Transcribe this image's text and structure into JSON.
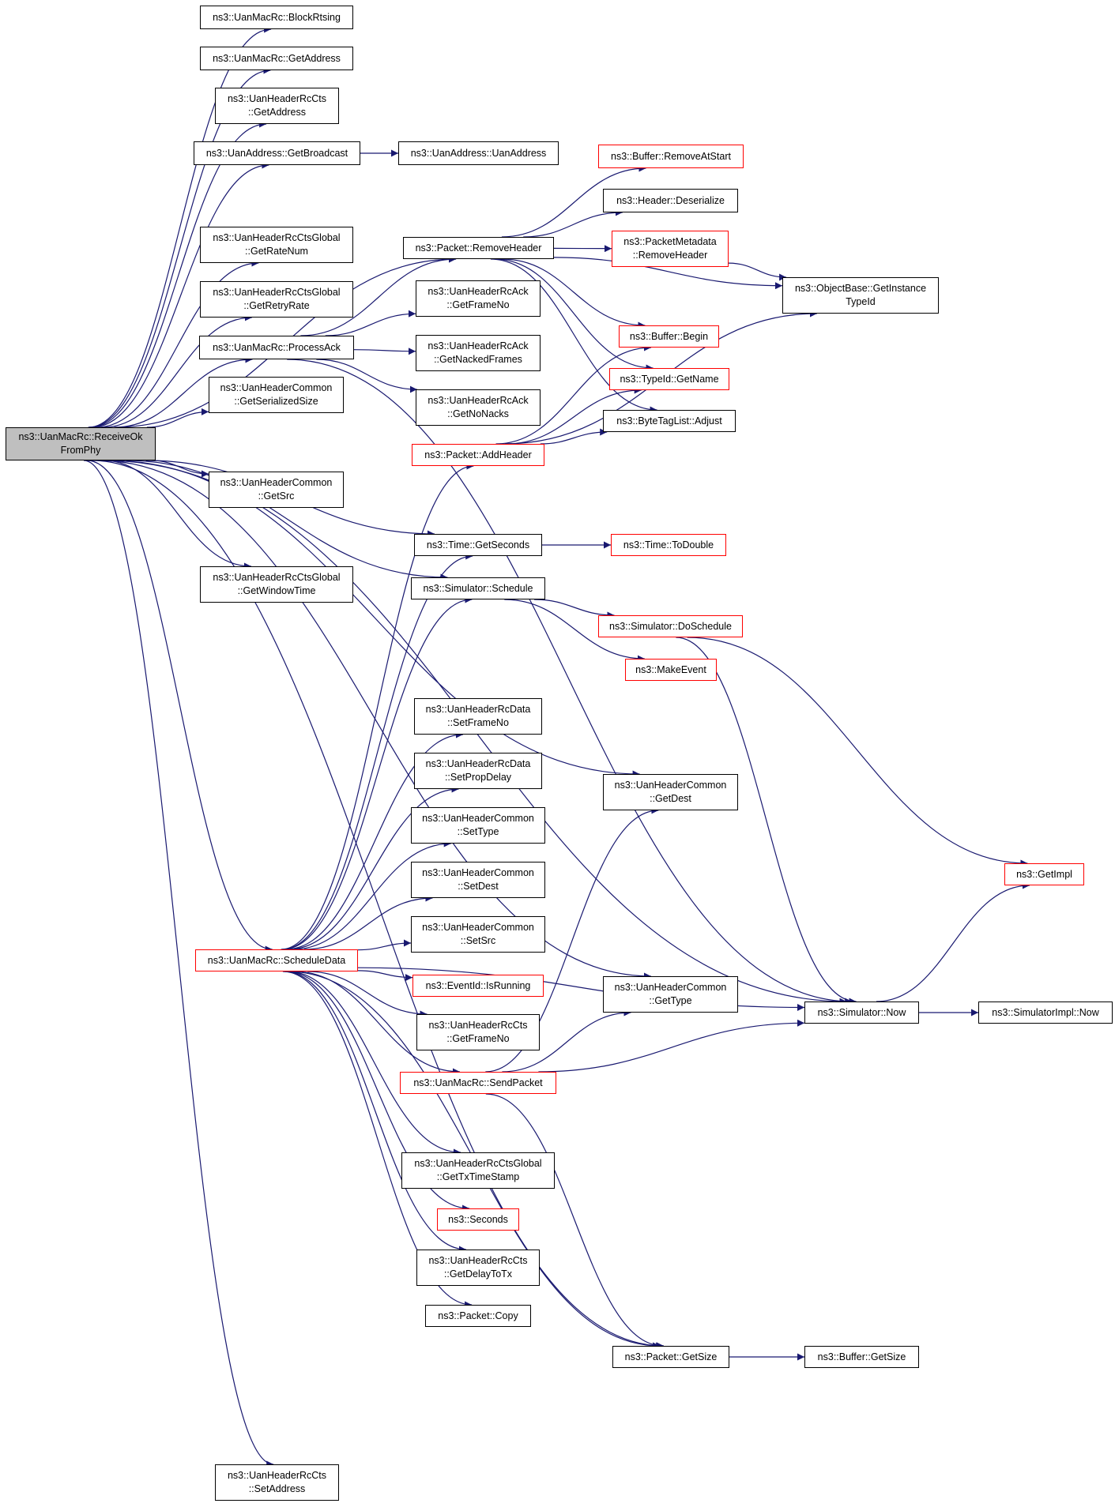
{
  "colors": {
    "edge": "#191970",
    "node_border": "#000000",
    "truncated_border": "#ff0000",
    "root_fill": "#bfbfbf"
  },
  "nodes": {
    "root": {
      "lines": [
        "ns3::UanMacRc::ReceiveOk",
        "FromPhy"
      ],
      "style": "root"
    },
    "blockrtsing": {
      "lines": [
        "ns3::UanMacRc::BlockRtsing"
      ]
    },
    "macgetaddress": {
      "lines": [
        "ns3::UanMacRc::GetAddress"
      ]
    },
    "ctsgetaddress": {
      "lines": [
        "ns3::UanHeaderRcCts",
        "::GetAddress"
      ]
    },
    "getbroadcast": {
      "lines": [
        "ns3::UanAddress::GetBroadcast"
      ]
    },
    "uanaddress": {
      "lines": [
        "ns3::UanAddress::UanAddress"
      ]
    },
    "getratenum": {
      "lines": [
        "ns3::UanHeaderRcCtsGlobal",
        "::GetRateNum"
      ]
    },
    "getretryrate": {
      "lines": [
        "ns3::UanHeaderRcCtsGlobal",
        "::GetRetryRate"
      ]
    },
    "processack": {
      "lines": [
        "ns3::UanMacRc::ProcessAck"
      ]
    },
    "getserializedsize": {
      "lines": [
        "ns3::UanHeaderCommon",
        "::GetSerializedSize"
      ]
    },
    "getsrc": {
      "lines": [
        "ns3::UanHeaderCommon",
        "::GetSrc"
      ]
    },
    "getwindowtime": {
      "lines": [
        "ns3::UanHeaderRcCtsGlobal",
        "::GetWindowTime"
      ]
    },
    "scheduledata": {
      "lines": [
        "ns3::UanMacRc::ScheduleData"
      ],
      "style": "red"
    },
    "ctssetaddress": {
      "lines": [
        "ns3::UanHeaderRcCts",
        "::SetAddress"
      ]
    },
    "removeheader": {
      "lines": [
        "ns3::Packet::RemoveHeader"
      ]
    },
    "ackgetframeno": {
      "lines": [
        "ns3::UanHeaderRcAck",
        "::GetFrameNo"
      ]
    },
    "getnackedframes": {
      "lines": [
        "ns3::UanHeaderRcAck",
        "::GetNackedFrames"
      ]
    },
    "getnonacks": {
      "lines": [
        "ns3::UanHeaderRcAck",
        "::GetNoNacks"
      ]
    },
    "addheader": {
      "lines": [
        "ns3::Packet::AddHeader"
      ],
      "style": "red"
    },
    "getseconds": {
      "lines": [
        "ns3::Time::GetSeconds"
      ]
    },
    "schedule": {
      "lines": [
        "ns3::Simulator::Schedule"
      ]
    },
    "setframeno": {
      "lines": [
        "ns3::UanHeaderRcData",
        "::SetFrameNo"
      ]
    },
    "setpropdelay": {
      "lines": [
        "ns3::UanHeaderRcData",
        "::SetPropDelay"
      ]
    },
    "settype": {
      "lines": [
        "ns3::UanHeaderCommon",
        "::SetType"
      ]
    },
    "setdest": {
      "lines": [
        "ns3::UanHeaderCommon",
        "::SetDest"
      ]
    },
    "setsrc": {
      "lines": [
        "ns3::UanHeaderCommon",
        "::SetSrc"
      ]
    },
    "isrunning": {
      "lines": [
        "ns3::EventId::IsRunning"
      ],
      "style": "red"
    },
    "ctsgetframeno": {
      "lines": [
        "ns3::UanHeaderRcCts",
        "::GetFrameNo"
      ]
    },
    "sendpacket": {
      "lines": [
        "ns3::UanMacRc::SendPacket"
      ],
      "style": "red"
    },
    "gettxtimestamp": {
      "lines": [
        "ns3::UanHeaderRcCtsGlobal",
        "::GetTxTimeStamp"
      ]
    },
    "seconds": {
      "lines": [
        "ns3::Seconds"
      ],
      "style": "red"
    },
    "getdelaytotx": {
      "lines": [
        "ns3::UanHeaderRcCts",
        "::GetDelayToTx"
      ]
    },
    "copy": {
      "lines": [
        "ns3::Packet::Copy"
      ]
    },
    "removeatstart": {
      "lines": [
        "ns3::Buffer::RemoveAtStart"
      ],
      "style": "red"
    },
    "deserialize": {
      "lines": [
        "ns3::Header::Deserialize"
      ]
    },
    "metaremoveheader": {
      "lines": [
        "ns3::PacketMetadata",
        "::RemoveHeader"
      ],
      "style": "red"
    },
    "bufferbegin": {
      "lines": [
        "ns3::Buffer::Begin"
      ],
      "style": "red"
    },
    "typeidgetname": {
      "lines": [
        "ns3::TypeId::GetName"
      ],
      "style": "red"
    },
    "adjust": {
      "lines": [
        "ns3::ByteTagList::Adjust"
      ]
    },
    "todouble": {
      "lines": [
        "ns3::Time::ToDouble"
      ],
      "style": "red"
    },
    "doschedule": {
      "lines": [
        "ns3::Simulator::DoSchedule"
      ],
      "style": "red"
    },
    "makeevent": {
      "lines": [
        "ns3::MakeEvent"
      ],
      "style": "red"
    },
    "getdest": {
      "lines": [
        "ns3::UanHeaderCommon",
        "::GetDest"
      ]
    },
    "gettype": {
      "lines": [
        "ns3::UanHeaderCommon",
        "::GetType"
      ]
    },
    "packetgetsize": {
      "lines": [
        "ns3::Packet::GetSize"
      ]
    },
    "getinstancetypeid": {
      "lines": [
        "ns3::ObjectBase::GetInstance",
        "TypeId"
      ]
    },
    "getimpl": {
      "lines": [
        "ns3::GetImpl"
      ],
      "style": "red"
    },
    "simnow": {
      "lines": [
        "ns3::Simulator::Now"
      ]
    },
    "implnow": {
      "lines": [
        "ns3::SimulatorImpl::Now"
      ]
    },
    "buffergetsize": {
      "lines": [
        "ns3::Buffer::GetSize"
      ]
    }
  },
  "edges": [
    [
      "root",
      "blockrtsing"
    ],
    [
      "root",
      "macgetaddress"
    ],
    [
      "root",
      "ctsgetaddress"
    ],
    [
      "root",
      "getbroadcast"
    ],
    [
      "root",
      "removeheader"
    ],
    [
      "root",
      "getratenum"
    ],
    [
      "root",
      "getretryrate"
    ],
    [
      "root",
      "processack"
    ],
    [
      "root",
      "getserializedsize"
    ],
    [
      "root",
      "getseconds"
    ],
    [
      "root",
      "getsrc"
    ],
    [
      "root",
      "schedule"
    ],
    [
      "root",
      "getwindowtime"
    ],
    [
      "root",
      "getdest"
    ],
    [
      "root",
      "gettype"
    ],
    [
      "root",
      "scheduledata"
    ],
    [
      "root",
      "packetgetsize"
    ],
    [
      "root",
      "simnow"
    ],
    [
      "root",
      "ctssetaddress"
    ],
    [
      "getbroadcast",
      "uanaddress"
    ],
    [
      "processack",
      "removeheader"
    ],
    [
      "processack",
      "ackgetframeno"
    ],
    [
      "processack",
      "getnackedframes"
    ],
    [
      "processack",
      "getnonacks"
    ],
    [
      "processack",
      "simnow"
    ],
    [
      "removeheader",
      "removeatstart"
    ],
    [
      "removeheader",
      "deserialize"
    ],
    [
      "removeheader",
      "metaremoveheader"
    ],
    [
      "removeheader",
      "getinstancetypeid"
    ],
    [
      "removeheader",
      "bufferbegin"
    ],
    [
      "removeheader",
      "typeidgetname"
    ],
    [
      "removeheader",
      "adjust"
    ],
    [
      "metaremoveheader",
      "getinstancetypeid"
    ],
    [
      "addheader",
      "bufferbegin"
    ],
    [
      "addheader",
      "typeidgetname"
    ],
    [
      "addheader",
      "adjust"
    ],
    [
      "addheader",
      "getinstancetypeid"
    ],
    [
      "getseconds",
      "todouble"
    ],
    [
      "schedule",
      "doschedule"
    ],
    [
      "schedule",
      "makeevent"
    ],
    [
      "doschedule",
      "getimpl"
    ],
    [
      "doschedule",
      "simnow"
    ],
    [
      "scheduledata",
      "addheader"
    ],
    [
      "scheduledata",
      "getseconds"
    ],
    [
      "scheduledata",
      "schedule"
    ],
    [
      "scheduledata",
      "setframeno"
    ],
    [
      "scheduledata",
      "setpropdelay"
    ],
    [
      "scheduledata",
      "settype"
    ],
    [
      "scheduledata",
      "setdest"
    ],
    [
      "scheduledata",
      "setsrc"
    ],
    [
      "scheduledata",
      "isrunning"
    ],
    [
      "scheduledata",
      "ctsgetframeno"
    ],
    [
      "scheduledata",
      "sendpacket"
    ],
    [
      "scheduledata",
      "simnow"
    ],
    [
      "scheduledata",
      "gettxtimestamp"
    ],
    [
      "scheduledata",
      "seconds"
    ],
    [
      "scheduledata",
      "getdelaytotx"
    ],
    [
      "scheduledata",
      "copy"
    ],
    [
      "scheduledata",
      "packetgetsize"
    ],
    [
      "sendpacket",
      "getdest"
    ],
    [
      "sendpacket",
      "gettype"
    ],
    [
      "sendpacket",
      "simnow"
    ],
    [
      "sendpacket",
      "packetgetsize"
    ],
    [
      "simnow",
      "implnow"
    ],
    [
      "simnow",
      "getimpl"
    ],
    [
      "packetgetsize",
      "buffergetsize"
    ]
  ]
}
